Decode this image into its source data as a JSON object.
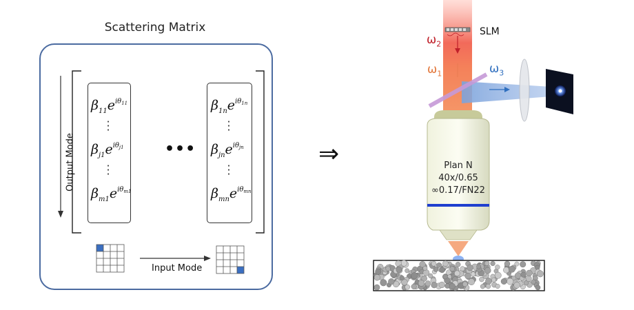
{
  "left_panel": {
    "title": "Scattering Matrix",
    "output_axis_label": "Output Mode",
    "input_axis_label": "Input Mode",
    "column_ellipsis": "•••",
    "first_column": [
      "β11 e^{iθ11}",
      "β j1 e^{iθ j1}",
      "β m1 e^{iθ m1}"
    ],
    "last_column": [
      "β 1n e^{iθ 1n}",
      "β jn e^{iθ jn}",
      "β mn e^{iθ mn}"
    ]
  },
  "arrow_symbol": "⇒",
  "setup": {
    "slm_label": "SLM",
    "omega_2": "ω",
    "omega_2_sub": "2",
    "omega_1": "ω",
    "omega_1_sub": "1",
    "omega_3": "ω",
    "omega_3_sub": "3",
    "objective_line_1": "Plan N",
    "objective_line_2": "40x/0.65",
    "objective_line_3": "∞0.17/FN22"
  },
  "colors": {
    "box_border": "#4a6aa0",
    "grid_highlight": "#3a6fc1",
    "laser_red": "#f25a4a",
    "laser_orange": "#f3854f",
    "blue_beam": "#7ca3dc",
    "objective_band": "#1f3fcf",
    "omega2_color": "#c0202a",
    "omega1_color": "#e2763a",
    "omega3_color": "#2f6fbf"
  }
}
